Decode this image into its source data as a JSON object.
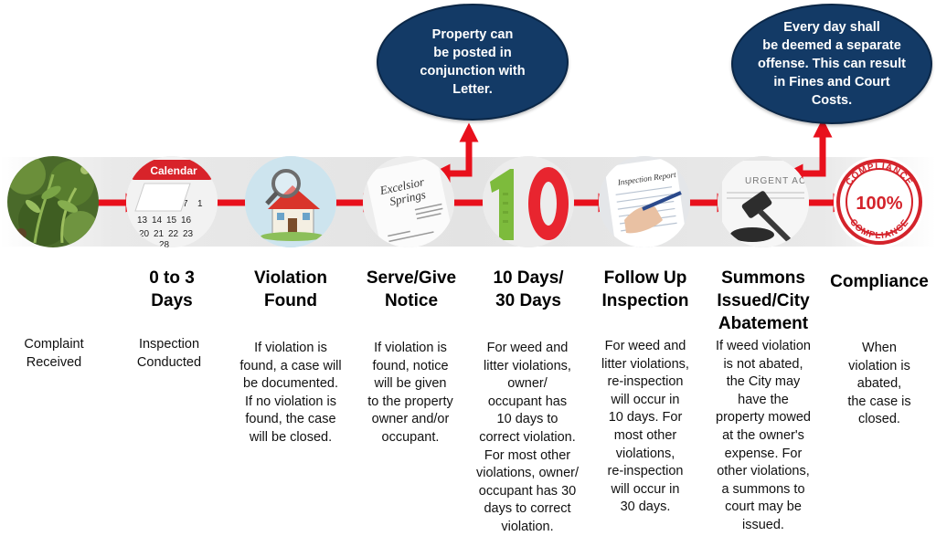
{
  "steps": [
    {
      "heading": "",
      "description": "Complaint\nReceived",
      "icon": "weeds-photo-icon"
    },
    {
      "heading": "0 to 3\nDays",
      "description": "Inspection\nConducted",
      "icon": "calendar-icon",
      "calendar_label": "Calendar"
    },
    {
      "heading": "Violation\nFound",
      "description": "If violation is\nfound, a case will\nbe documented.\nIf no violation is\nfound, the case\nwill be closed.",
      "icon": "house-magnifier-icon"
    },
    {
      "heading": "Serve/Give\nNotice",
      "description": "If violation is\nfound, notice\nwill be given\nto the property\nowner and/or\noccupant.",
      "icon": "letter-icon",
      "letter_logo": "Excelsior\nSprings"
    },
    {
      "heading": "10 Days/\n30 Days",
      "description": "For weed and\nlitter violations,\nowner/\noccupant has\n10 days to\ncorrect violation.\nFor most other\nviolations, owner/\noccupant has 30\ndays to correct\nviolation.",
      "icon": "number-ten-icon"
    },
    {
      "heading": "Follow Up\nInspection",
      "description": "For weed and\nlitter violations,\nre-inspection\nwill occur in\n10 days. For\nmost other\nviolations,\nre-inspection\nwill occur in\n30 days.",
      "icon": "inspection-report-icon",
      "report_label": "Inspection Report"
    },
    {
      "heading": "Summons\nIssued/City\nAbatement",
      "description": "If weed violation\nis not abated,\nthe City may\nhave the\nproperty mowed\nat the owner's\nexpense. For\nother violations,\na summons to\ncourt may be\nissued.",
      "icon": "gavel-icon",
      "doc_label": "URGENT AC"
    },
    {
      "heading": "Compliance",
      "description": "When\nviolation is\nabated,\nthe case is\nclosed.",
      "icon": "compliance-stamp-icon",
      "stamp_top": "COMPLIANCE",
      "stamp_center": "100%",
      "stamp_bottom": "COMPLIANCE"
    }
  ],
  "callouts": [
    {
      "text": "Property can\nbe posted in\nconjunction with\nLetter."
    },
    {
      "text": "Every day shall\nbe deemed a separate\noffense. This can result\nin Fines and Court\nCosts."
    }
  ],
  "colors": {
    "arrow": "#e8101c",
    "bubble": "#133a66",
    "band": "#e3e3e3"
  }
}
